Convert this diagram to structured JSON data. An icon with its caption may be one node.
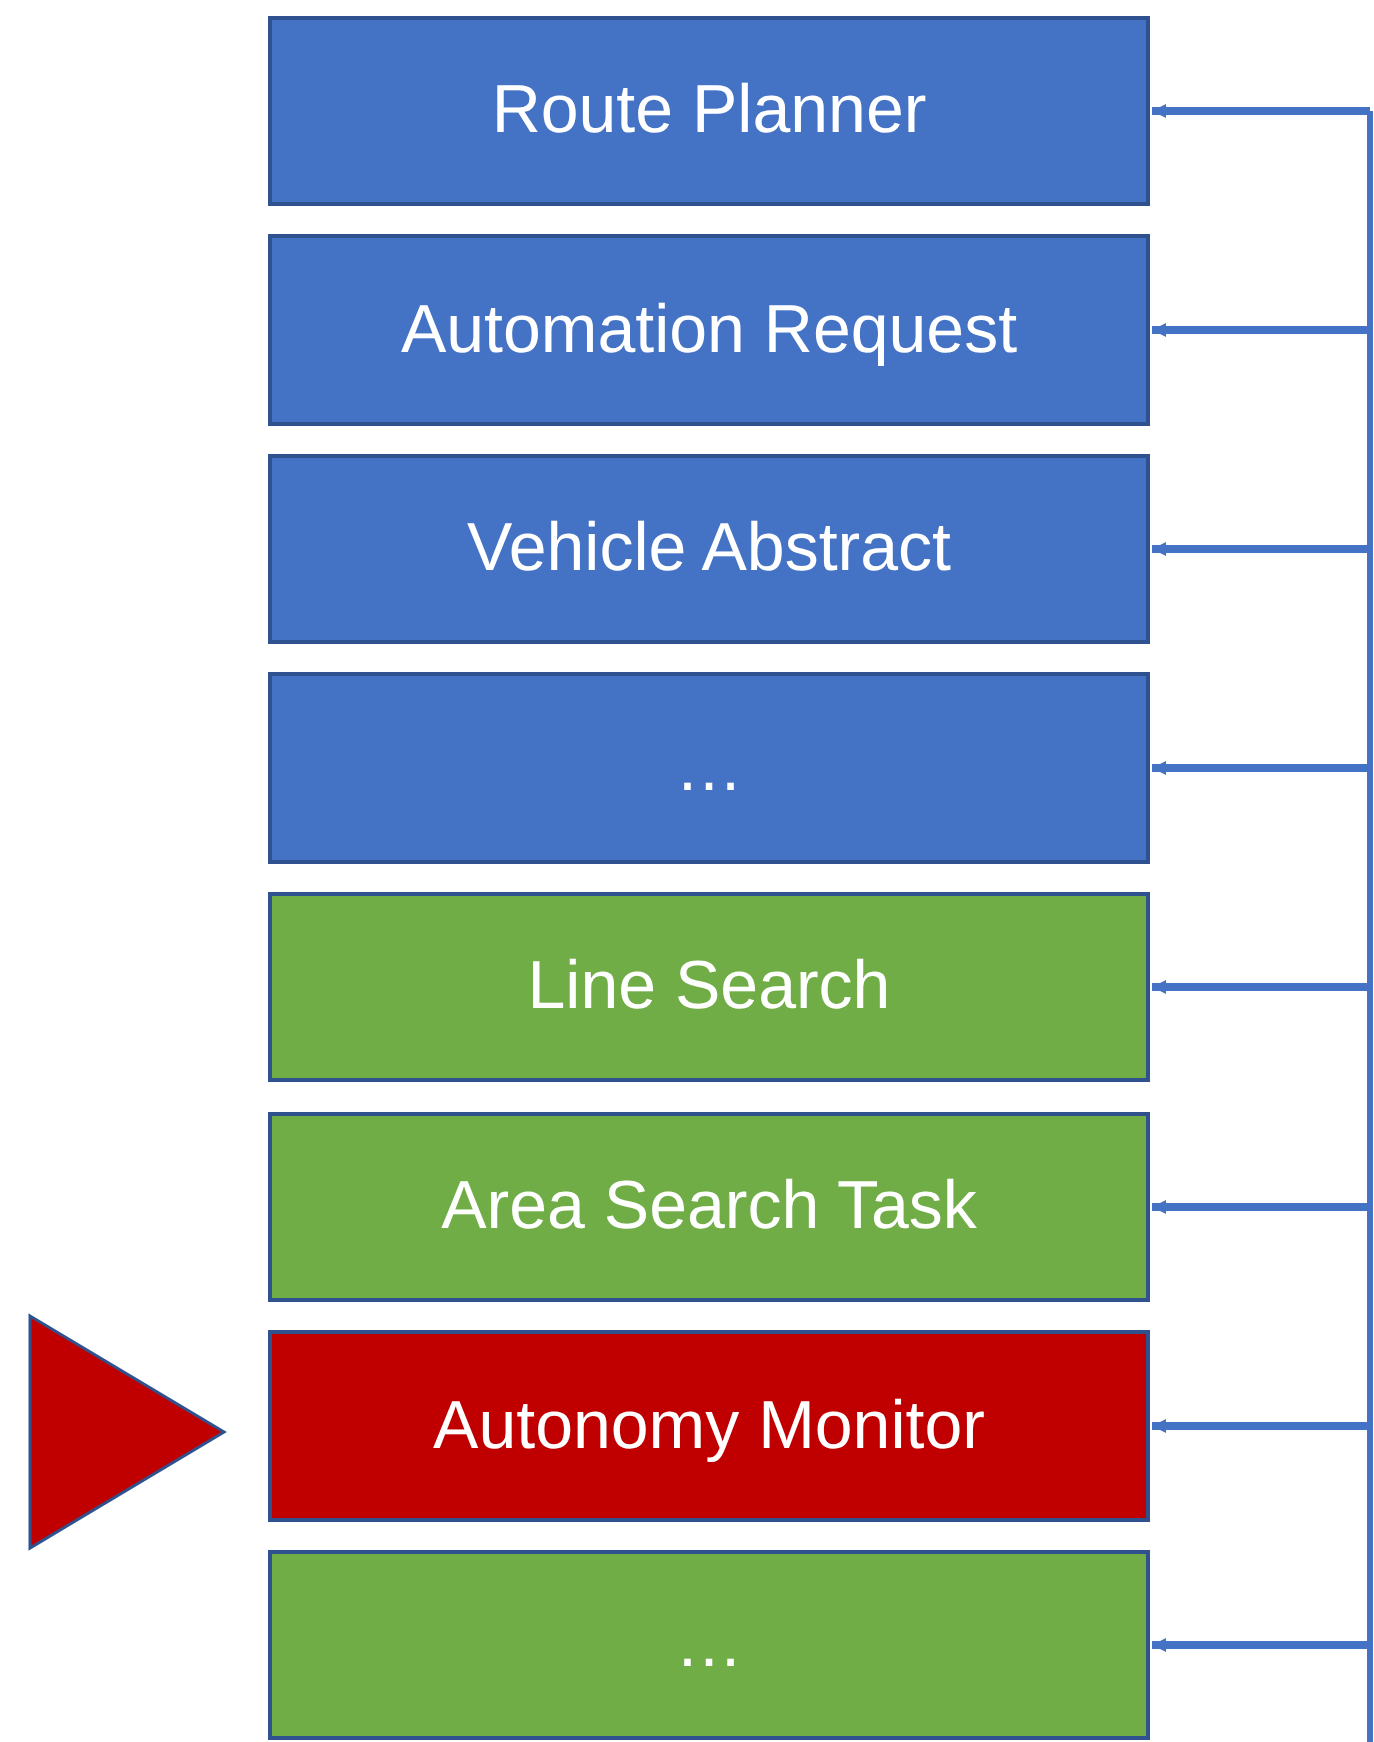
{
  "diagram": {
    "nodes": [
      {
        "text": [
          "Route Planner"
        ]
      },
      {
        "text": [
          "Automation Request"
        ]
      },
      {
        "text": [
          "Vehicle Abstract"
        ]
      },
      {
        "text": [
          "…"
        ]
      },
      {
        "text": [
          "Line Search"
        ]
      },
      {
        "text": [
          "Area Search Task"
        ]
      },
      {
        "text": [
          "Autonomy Monitor"
        ]
      },
      {
        "text": [
          "…"
        ]
      },
      {
        "text": [],
        "shape": "triangle"
      }
    ],
    "edges": [
      {
        "from": null,
        "to": 0,
        "arrow": "to"
      },
      {
        "from": null,
        "to": 1,
        "arrow": "to"
      },
      {
        "from": null,
        "to": 2,
        "arrow": "to"
      },
      {
        "from": null,
        "to": 3,
        "arrow": "to"
      },
      {
        "from": null,
        "to": 4,
        "arrow": "to"
      },
      {
        "from": null,
        "to": 5,
        "arrow": "to"
      },
      {
        "from": null,
        "to": 6,
        "arrow": "to"
      },
      {
        "from": null,
        "to": 7,
        "arrow": "to"
      }
    ]
  }
}
